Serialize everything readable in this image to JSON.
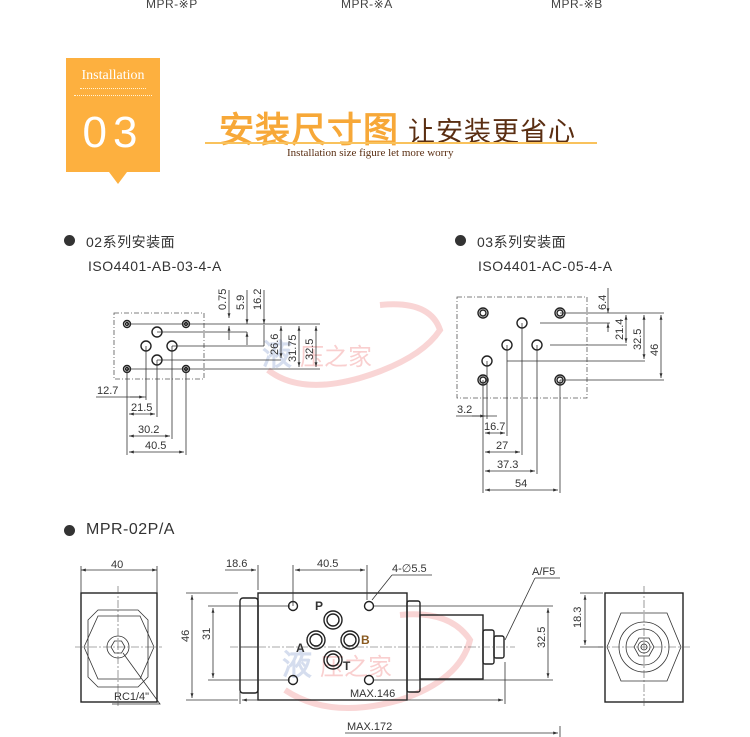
{
  "models": [
    "MPR-※P",
    "MPR-※A",
    "MPR-※B"
  ],
  "badge": {
    "title": "Installation",
    "number": "03"
  },
  "header": {
    "title_main": "安装尺寸图",
    "title_slogan": "让安装更省心",
    "subtitle": "Installation size figure let more worry"
  },
  "watermark": "液压之家",
  "section_02": {
    "title": "02系列安装面",
    "standard": "ISO4401-AB-03-4-A",
    "vertical_dims": [
      "0.75",
      "5.9",
      "16.2",
      "26.6",
      "31.75",
      "32.5"
    ],
    "horizontal_dims": [
      "12.7",
      "21.5",
      "30.2",
      "40.5"
    ]
  },
  "section_03": {
    "title": "03系列安装面",
    "standard": "ISO4401-AC-05-4-A",
    "vertical_dims": [
      "6.4",
      "21.4",
      "32.5",
      "46"
    ],
    "horizontal_dims": [
      "3.2",
      "16.7",
      "27",
      "37.3",
      "54"
    ]
  },
  "section_mpr": {
    "title": "MPR-02P/A",
    "dims": {
      "width": "40",
      "offset": "18.6",
      "hole_pitch": "40.5",
      "holes": "4-∅5.5",
      "af": "A/F5",
      "height": "46",
      "hole_v": "31",
      "center_v": "32.5",
      "max_len": "MAX.146",
      "max_total": "MAX.172",
      "side_h": "18.3",
      "port": "RC1/4\""
    },
    "ports": {
      "p": "P",
      "a": "A",
      "b": "B",
      "t": "T"
    }
  }
}
